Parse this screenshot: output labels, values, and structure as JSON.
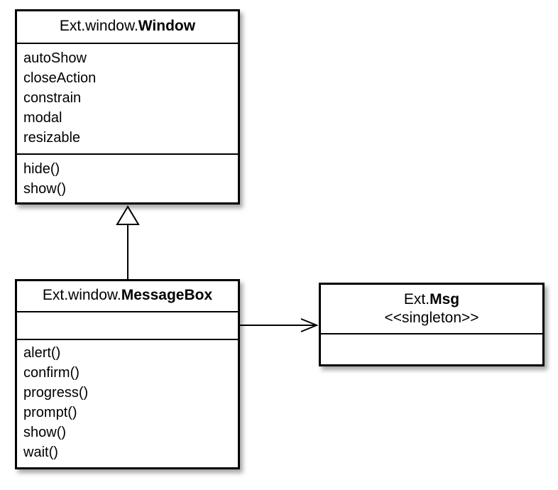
{
  "classes": {
    "window": {
      "namespace": "Ext.window.",
      "name": "Window",
      "attributes": [
        "autoShow",
        "closeAction",
        "constrain",
        "modal",
        "resizable"
      ],
      "operations": [
        "hide()",
        "show()"
      ]
    },
    "messagebox": {
      "namespace": "Ext.window.",
      "name": "MessageBox",
      "attributes": [],
      "operations": [
        "alert()",
        "confirm()",
        "progress()",
        "prompt()",
        "show()",
        "wait()"
      ]
    },
    "msg": {
      "namespace": "Ext.",
      "name": "Msg",
      "stereotype": "<<singleton>>",
      "attributes": [],
      "operations": []
    }
  },
  "relationships": [
    {
      "type": "generalization",
      "from": "messagebox",
      "to": "window"
    },
    {
      "type": "association",
      "from": "messagebox",
      "to": "msg",
      "navigable": true
    }
  ]
}
